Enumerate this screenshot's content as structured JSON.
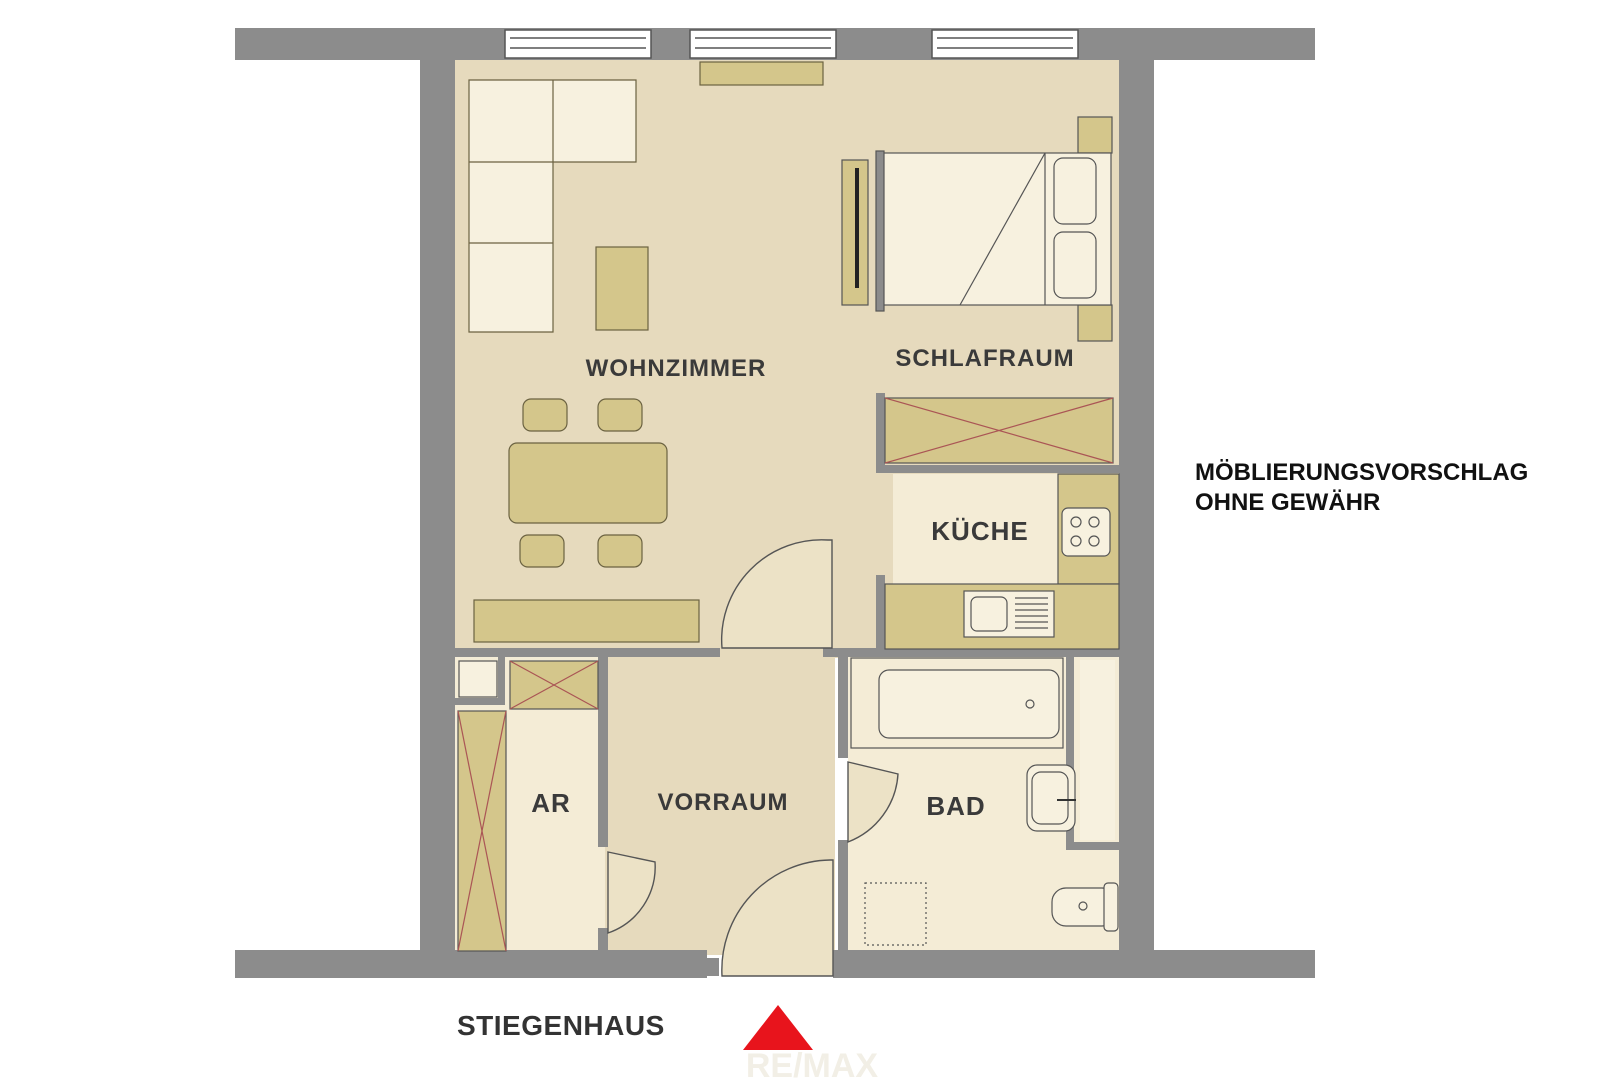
{
  "rooms": {
    "wohnzimmer": "WOHNZIMMER",
    "schlafraum": "SCHLAFRAUM",
    "kueche": "KÜCHE",
    "ar": "AR",
    "vorraum": "VORRAUM",
    "bad": "BAD"
  },
  "note": {
    "line1": "MÖBLIERUNGSVORSCHLAG",
    "line2": "OHNE GEWÄHR"
  },
  "stairwell": "STIEGENHAUS",
  "watermark": "RE/MAX",
  "icons": {
    "entrance": "entrance-arrow-icon"
  },
  "colors": {
    "wall": "#8c8c8c",
    "living_floor": "#e6dabd",
    "furniture": "#d4c68b",
    "sofa": "#f7f1df",
    "wet_floor": "#f4ecd6",
    "entrance_arrow": "#e8141c"
  }
}
